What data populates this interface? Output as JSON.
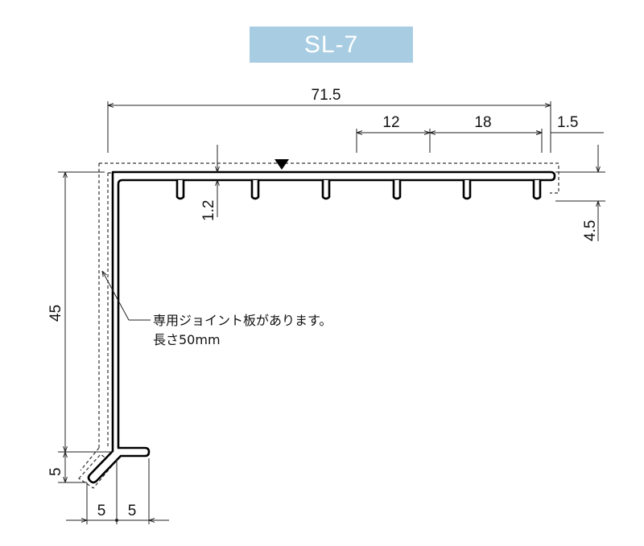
{
  "title": "SL-7",
  "dimensions": {
    "overall_width": "71.5",
    "pitch_first": "12",
    "pitch": "18",
    "end_offset": "1.5",
    "end_height": "4.5",
    "rib_thickness": "1.2",
    "leg_height": "45",
    "foot_height": "5",
    "foot_left": "5",
    "foot_right": "5"
  },
  "note": {
    "line1": "専用ジョイント板があります。",
    "line2": "長さ50mm"
  },
  "colors": {
    "title_bg": "#a8cde3",
    "title_text": "#ffffff",
    "line": "#000000"
  }
}
